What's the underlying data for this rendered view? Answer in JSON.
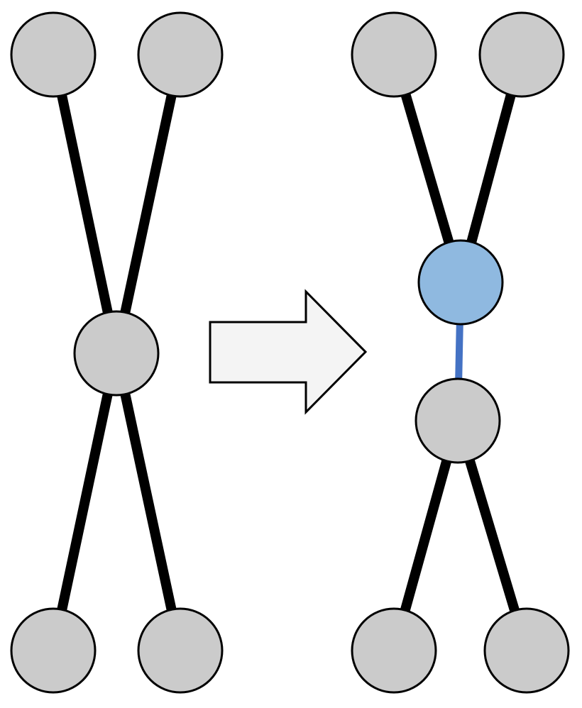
{
  "colors": {
    "background": "#ffffff",
    "edge": "#000000",
    "new_edge": "#4472c4",
    "node_fill": "#cbcbcb",
    "new_node_fill": "#8fb9e0",
    "node_stroke": "#000000",
    "arrow_fill": "#f4f4f4",
    "arrow_stroke": "#000000"
  },
  "before_graph": {
    "nodes": [
      {
        "id": "top-left",
        "role": "leaf"
      },
      {
        "id": "top-right",
        "role": "leaf"
      },
      {
        "id": "center",
        "role": "hub"
      },
      {
        "id": "bottom-left",
        "role": "leaf"
      },
      {
        "id": "bottom-right",
        "role": "leaf"
      }
    ],
    "edges": [
      {
        "from": "top-left",
        "to": "center"
      },
      {
        "from": "top-right",
        "to": "center"
      },
      {
        "from": "center",
        "to": "bottom-left"
      },
      {
        "from": "center",
        "to": "bottom-right"
      }
    ]
  },
  "transform_arrow": {
    "direction": "right"
  },
  "after_graph": {
    "nodes": [
      {
        "id": "top-left",
        "role": "leaf"
      },
      {
        "id": "top-right",
        "role": "leaf"
      },
      {
        "id": "split-upper",
        "role": "new-node"
      },
      {
        "id": "split-lower",
        "role": "hub"
      },
      {
        "id": "bottom-left",
        "role": "leaf"
      },
      {
        "id": "bottom-right",
        "role": "leaf"
      }
    ],
    "edges": [
      {
        "from": "top-left",
        "to": "split-upper",
        "kind": "original"
      },
      {
        "from": "top-right",
        "to": "split-upper",
        "kind": "original"
      },
      {
        "from": "split-upper",
        "to": "split-lower",
        "kind": "new"
      },
      {
        "from": "split-lower",
        "to": "bottom-left",
        "kind": "original"
      },
      {
        "from": "split-lower",
        "to": "bottom-right",
        "kind": "original"
      }
    ]
  }
}
